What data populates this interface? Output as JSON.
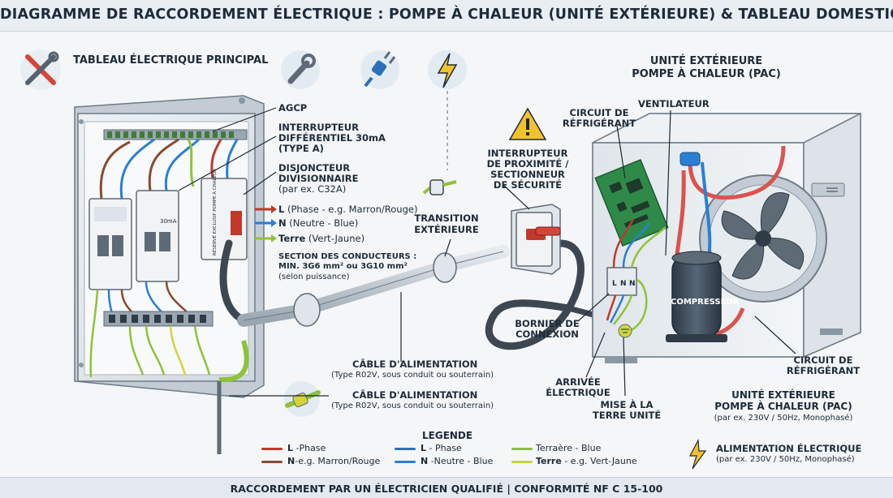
{
  "title": "DIAGRAMME DE RACCORDEMENT ÉLECTRIQUE : POMPE À CHALEUR (UNITÉ EXTÉRIEURE) & TABLEAU DOMESTIQUE",
  "panel": {
    "title": "TABLEAU ÉLECTRIQUE PRINCIPAL",
    "agcp": "AGCP",
    "rcd_line1": "INTERRUPTEUR",
    "rcd_line2": "DIFFÉRENTIEL 30mA",
    "rcd_line3": "(TYPE A)",
    "breaker_line1": "DISJONCTEUR",
    "breaker_line2": "DIVISIONNAIRE",
    "breaker_line3": "(par ex. C32A)",
    "rcd_device_label": "30mA",
    "breaker_device_label": "RÉSERVÉ EXCLUSIF POMPE À CHALEUR",
    "phase_letter": "L",
    "phase_desc": "(Phase - e.g. Marron/Rouge)",
    "neutral_letter": "N",
    "neutral_desc": "(Neutre - Blue)",
    "earth_letter": "Terre",
    "earth_desc": "(Vert-Jaune)",
    "section_line1": "SECTION DES CONDUCTEURS :",
    "section_line2": "MIN. 3G6 mm² ou 3G10 mm²",
    "section_line3": "(selon puissance)"
  },
  "cable": {
    "transition_line1": "TRANSITION",
    "transition_line2": "EXTÉRIEURE",
    "cable1_title": "CÂBLE D'ALIMENTATION",
    "cable1_sub": "(Type R02V, sous conduit ou souterrain)",
    "cable2_title": "CÂBLE D'ALIMENTATION",
    "cable2_sub": "(Type R02V, sous conduit ou souterrain)"
  },
  "isolator": {
    "line1": "INTERRUPTEUR",
    "line2": "DE PROXIMITÉ /",
    "line3": "SECTIONNEUR",
    "line4": "DE SÉCURITÉ"
  },
  "unit": {
    "title_line1": "UNITÉ EXTÉRIEURE",
    "title_line2": "POMPE À CHALEUR (PAC)",
    "circuit_top_line1": "CIRCUIT DE",
    "circuit_top_line2": "RÉFRIGÉRANT",
    "fan": "VENTILATEUR",
    "compressor": "COMPRESSEUR",
    "terminal_line1": "BORNIER DE",
    "terminal_line2": "CONNEXION",
    "arrival_line1": "ARRIVÉE",
    "arrival_line2": "ÉLECTRIQUE",
    "earth_line1": "MISE À LA",
    "earth_line2": "TERRE UNITÉ",
    "circuit_bottom_line1": "CIRCUIT DE",
    "circuit_bottom_line2": "RÉFRIGÉRANT",
    "bottom_title_line1": "UNITÉ EXTÉRIEURE",
    "bottom_title_line2": "POMPE À CHALEUR (PAC)",
    "bottom_sub": "(par ex. 230V / 50Hz, Monophasé)",
    "terminal_l": "L",
    "terminal_n": "N",
    "terminal_n2": "N"
  },
  "legend": {
    "title": "LEGENDE",
    "items": [
      {
        "letter": "L",
        "text": " -Phase"
      },
      {
        "letter": "N",
        "text": "-e.g. Marron/Rouge"
      },
      {
        "letter": "L",
        "text": " - Phase"
      },
      {
        "letter": "N",
        "text": " -Neutre - Blue"
      },
      {
        "letter": "",
        "text": "Terraère - Blue"
      },
      {
        "letter": "Terre",
        "text": " - e.g. Vert-Jaune"
      }
    ],
    "power_title": "ALIMENTATION ÉLECTRIQUE",
    "power_sub": "(par ex. 230V / 50Hz, Monophasé)"
  },
  "footer": "RACCORDEMENT PAR UN ÉLECTRICIEN QUALIFIÉ  |  CONFORMITÉ NF C 15-100",
  "colors": {
    "phase": "#c0392b",
    "phase_brown": "#8b4a2b",
    "neutral": "#2a7fd4",
    "earth": "#8fc23a",
    "earth_yellow": "#d6d33a",
    "refrigerant": "#d9534f",
    "cable": "#3c4752"
  }
}
